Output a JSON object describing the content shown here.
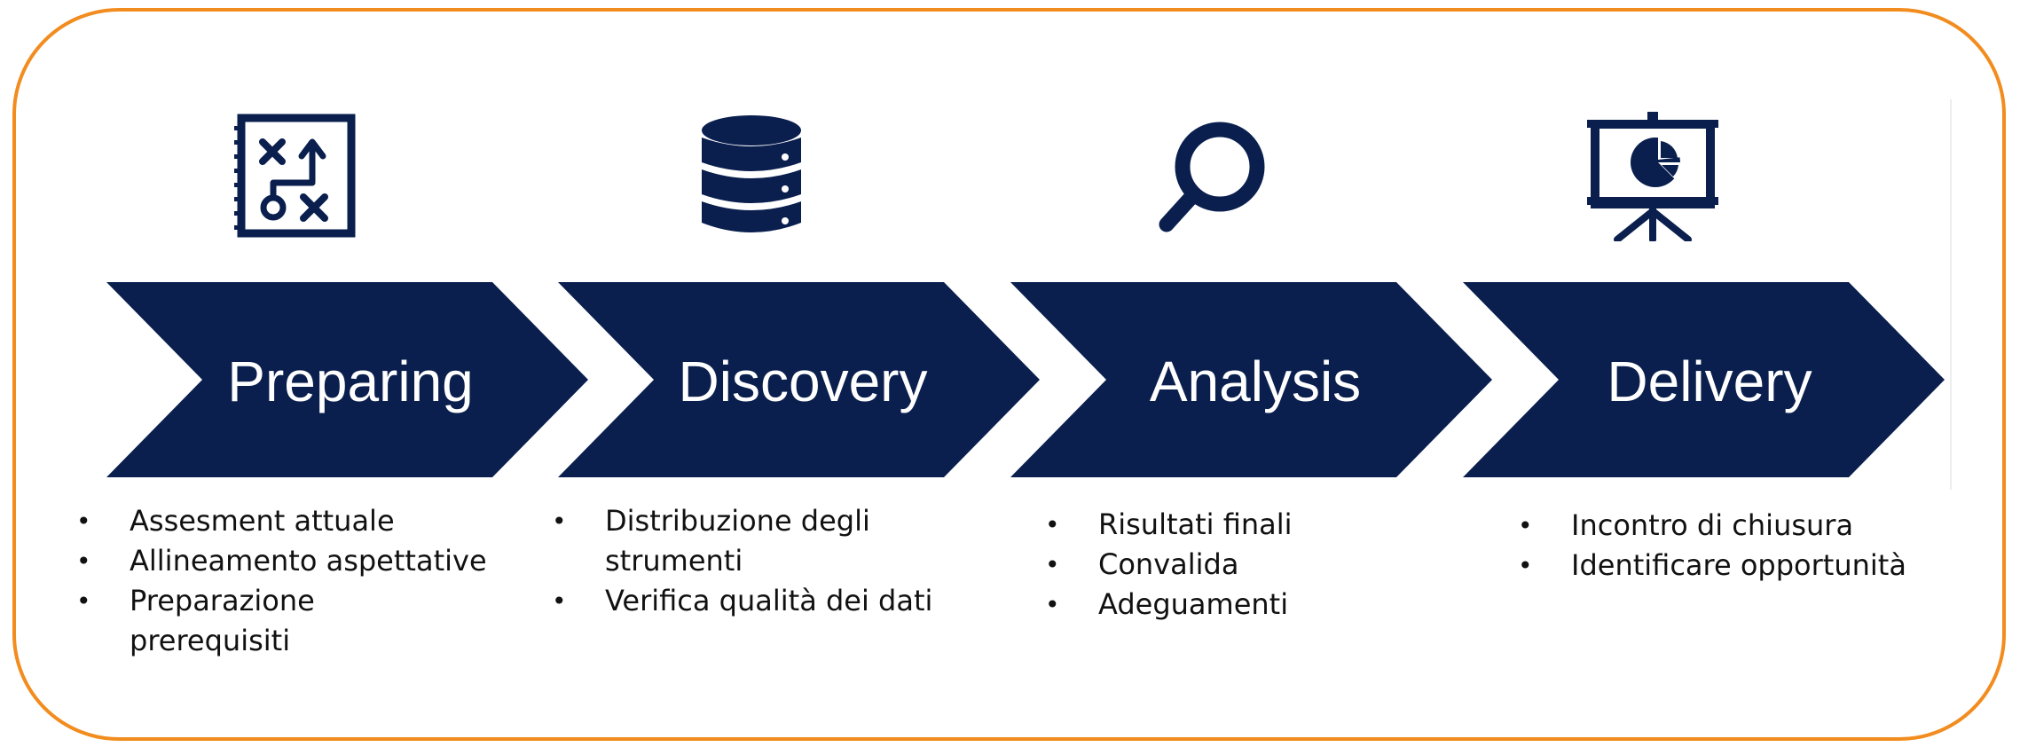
{
  "colors": {
    "navy": "#0a1f4e",
    "border_orange": "#f28c1e",
    "label_white": "#ffffff"
  },
  "stages": [
    {
      "title": "Preparing",
      "icon": "strategy-notebook-icon",
      "bullets": [
        "Assesment attuale",
        "Allineamento aspettative",
        "Preparazione prerequisiti"
      ]
    },
    {
      "title": "Discovery",
      "icon": "database-icon",
      "bullets": [
        "Distribuzione degli strumenti",
        "Verifica qualità dei dati"
      ]
    },
    {
      "title": "Analysis",
      "icon": "magnifier-icon",
      "bullets": [
        "Risultati finali",
        "Convalida",
        "Adeguamenti"
      ]
    },
    {
      "title": "Delivery",
      "icon": "presentation-board-icon",
      "bullets": [
        "Incontro di chiusura",
        "Identificare opportunità"
      ]
    }
  ]
}
